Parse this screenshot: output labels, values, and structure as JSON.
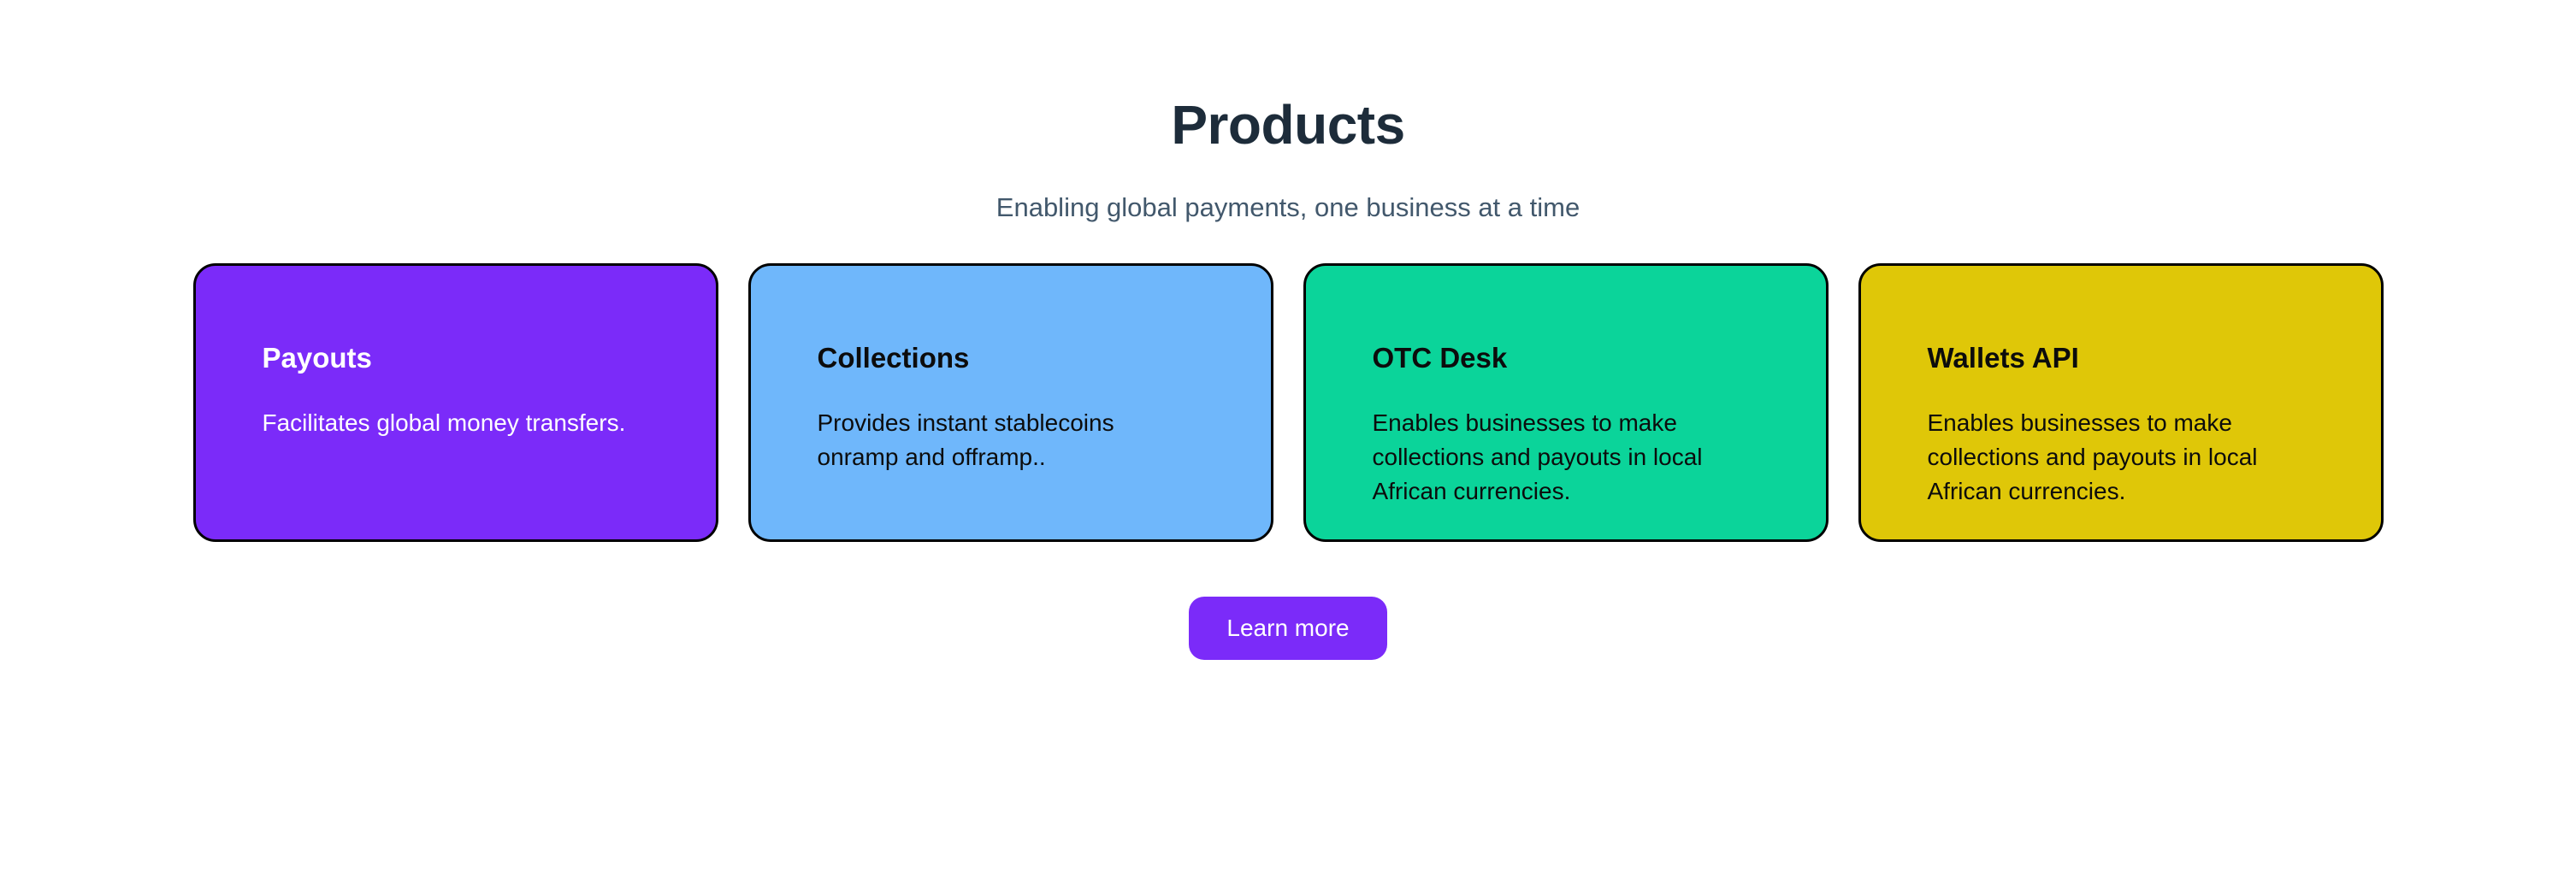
{
  "header": {
    "title": "Products",
    "subtitle": "Enabling global payments, one business at a time"
  },
  "cards": [
    {
      "title": "Payouts",
      "description": "Facilitates global money transfers.",
      "bg": "#7b2bf9",
      "text_color": "#ffffff"
    },
    {
      "title": "Collections",
      "description": "Provides instant stablecoins onramp and offramp..",
      "bg": "#6fb7fb",
      "text_color": "#0c0c0c"
    },
    {
      "title": "OTC Desk",
      "description": "Enables businesses to make collections and payouts in local African currencies.",
      "bg": "#0bd49a",
      "text_color": "#0c0c0c"
    },
    {
      "title": "Wallets API",
      "description": "Enables businesses to make collections and payouts in local African currencies.",
      "bg": "#dfc708",
      "text_color": "#0c0c0c"
    }
  ],
  "cta": {
    "label": "Learn more",
    "bg": "#7b2bf9",
    "text_color": "#ffffff"
  },
  "colors": {
    "page_background": "#ffffff",
    "heading": "#1d2c3a",
    "subtitle": "#42586c",
    "card_border": "#000000"
  }
}
